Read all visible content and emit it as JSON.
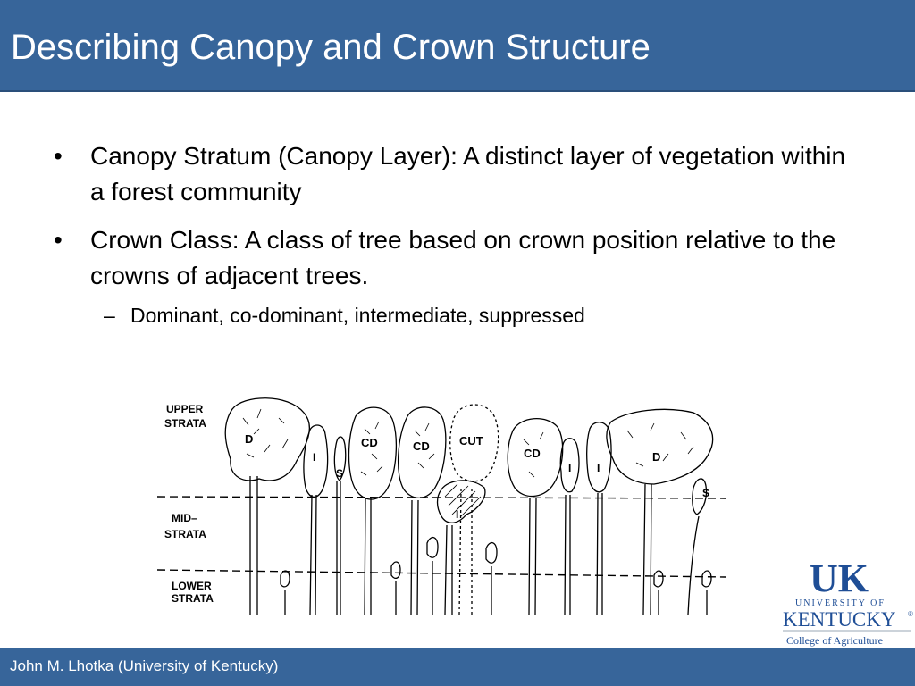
{
  "title": "Describing Canopy and Crown Structure",
  "bullets": [
    {
      "text": "Canopy Stratum (Canopy Layer): A distinct layer of vegetation within a forest community"
    },
    {
      "text": "Crown Class: A class of tree based on crown position relative to the crowns of adjacent trees."
    }
  ],
  "sub_bullet": "Dominant, co-dominant, intermediate, suppressed",
  "figure": {
    "strata_labels": {
      "upper_1": "UPPER",
      "upper_2": "STRATA",
      "mid_1": "MID–",
      "mid_2": "STRATA",
      "lower_1": "LOWER",
      "lower_2": "STRATA"
    },
    "tree_labels": {
      "d": "D",
      "i": "I",
      "s": "S",
      "cd": "CD",
      "cut": "CUT"
    }
  },
  "logo": {
    "mark": "UK",
    "line1": "UNIVERSITY OF",
    "line2": "KENTUCKY",
    "registered": "®",
    "line3": "College of Agriculture",
    "color": "#1f4e96"
  },
  "footer": "John M. Lhotka (University of Kentucky)",
  "colors": {
    "bar": "#37659a",
    "text": "#000000"
  }
}
